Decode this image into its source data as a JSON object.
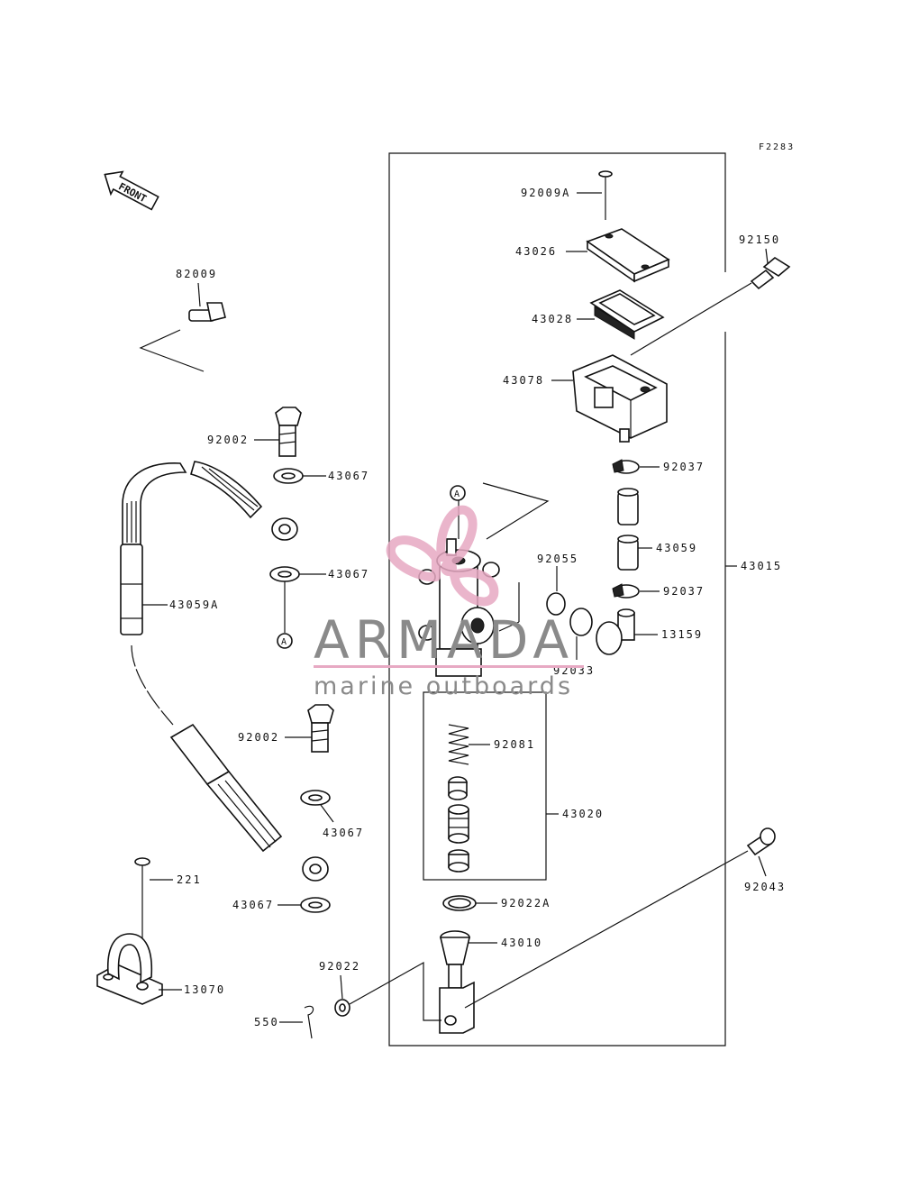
{
  "diagram_code": "F2283",
  "front_label": "FRONT",
  "callout_A": "A",
  "watermark": {
    "brand": "ARMADA",
    "tagline": "marine outboards",
    "logo_color": "#e7a9c3",
    "text_color": "#8a8a8a"
  },
  "parts": {
    "p92009A": "92009A",
    "p43026": "43026",
    "p43028": "43028",
    "p43078": "43078",
    "p92150": "92150",
    "p92037a": "92037",
    "p43059": "43059",
    "p92037b": "92037",
    "p43015": "43015",
    "p13159": "13159",
    "p92055": "92055",
    "p92033": "92033",
    "p92081": "92081",
    "p43020": "43020",
    "p92022A": "92022A",
    "p43010": "43010",
    "p92043": "92043",
    "p92022": "92022",
    "p550": "550",
    "p82009": "82009",
    "p92002a": "92002",
    "p43067a": "43067",
    "p43067b": "43067",
    "p43059A": "43059A",
    "p92002b": "92002",
    "p43067c": "43067",
    "p43067d": "43067",
    "p221": "221",
    "p13070": "13070"
  }
}
